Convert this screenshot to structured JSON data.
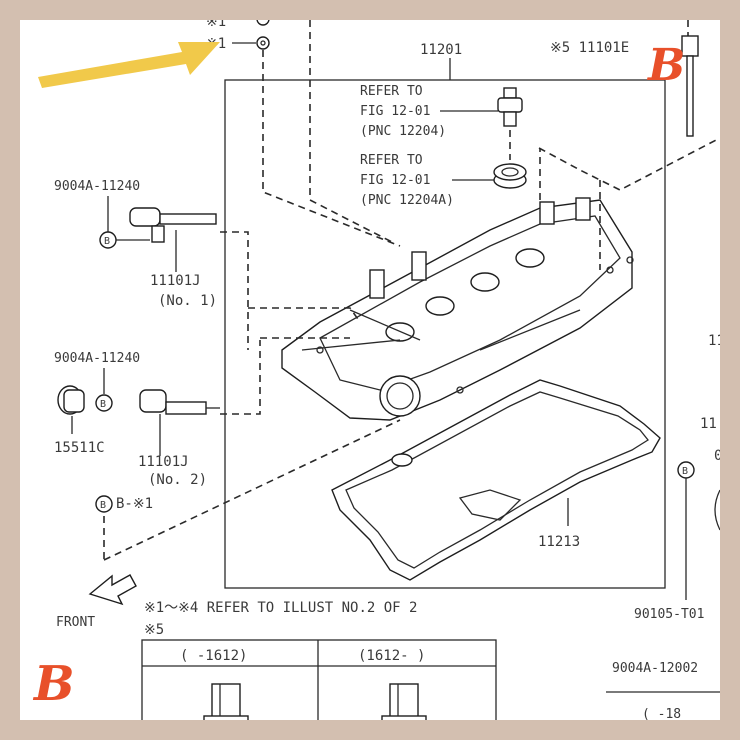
{
  "labels": {
    "part_11201": "11201",
    "part_11101e": "※5 11101E",
    "refer1_line1": "REFER TO",
    "refer1_line2": "FIG 12-01",
    "refer1_line3": "(PNC 12204)",
    "refer2_line1": "REFER TO",
    "refer2_line2": "FIG 12-01",
    "refer2_line3": "(PNC 12204A)",
    "bolt_a": "9004A-11240",
    "part_11101j_1": "11101J",
    "no1": "(No. 1)",
    "bolt_b": "9004A-11240",
    "part_15511c": "15511C",
    "part_11101j_2": "11101J",
    "no2": "(No. 2)",
    "b_x1": "B-※1",
    "front": "FRONT",
    "gasket": "11213",
    "note1": "※1～※4 REFER TO ILLUST NO.2 OF 2",
    "note2": "※5",
    "col1": "(     -1612)",
    "col2": "(1612-     )",
    "part_90105": "90105-T01",
    "part_9004a_12002": "9004A-12002",
    "paren_18": "(     -18",
    "x1_top": "※1",
    "x1_top2": "※1",
    "right_11a": "11",
    "right_11b": "11",
    "right_o": "0",
    "b_marker": "B"
  },
  "watermark": {
    "letter": "B",
    "color": "#e8502a"
  },
  "arrow_color": "#f1c94a"
}
